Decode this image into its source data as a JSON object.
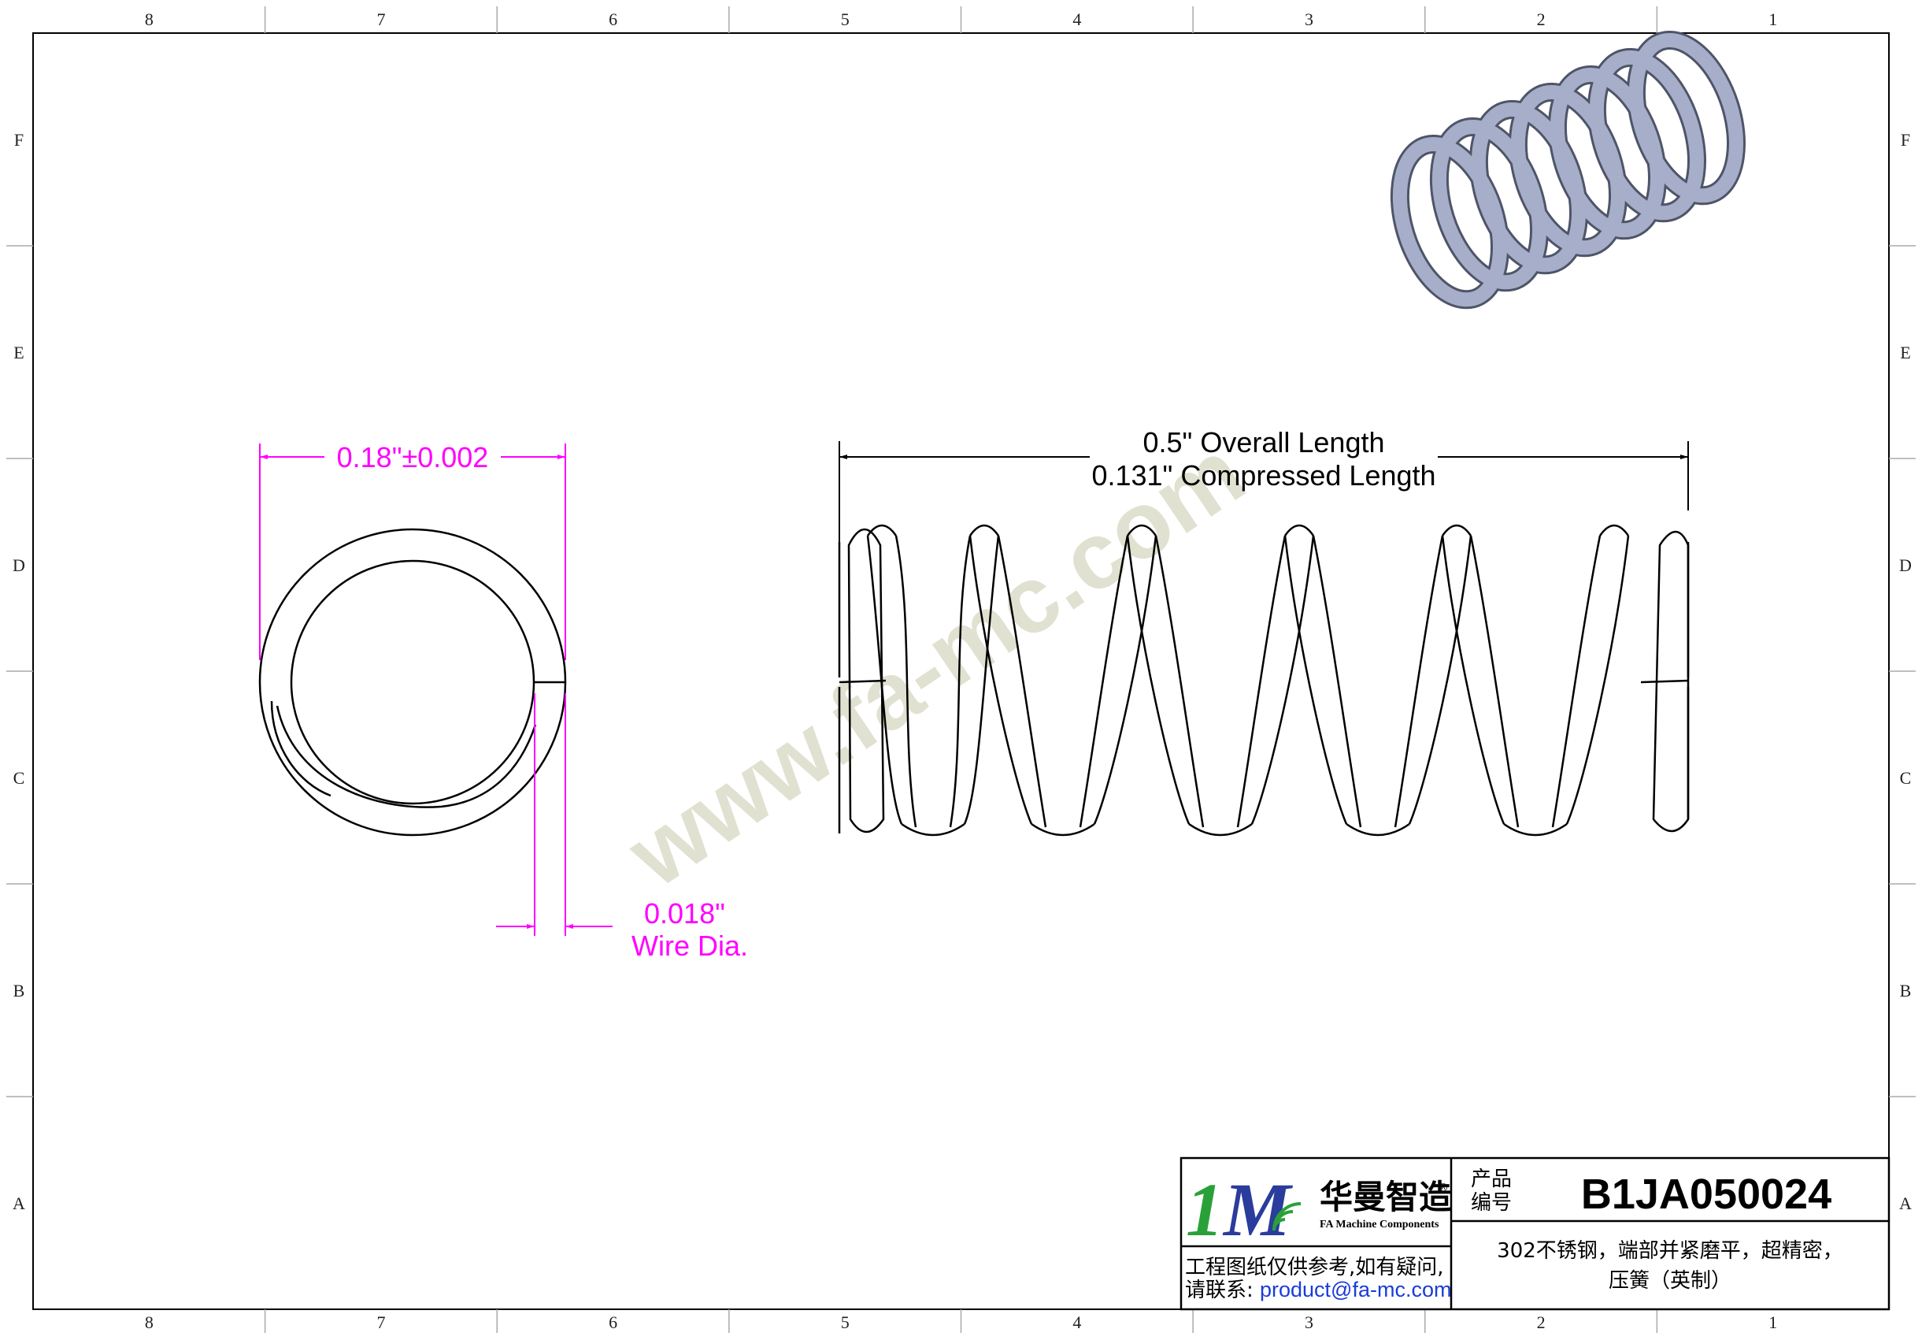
{
  "zones": {
    "columns_top": [
      "8",
      "7",
      "6",
      "5",
      "4",
      "3",
      "2",
      "1"
    ],
    "columns_bottom": [
      "8",
      "7",
      "6",
      "5",
      "4",
      "3",
      "2",
      "1"
    ],
    "rows": [
      "F",
      "E",
      "D",
      "C",
      "B",
      "A"
    ]
  },
  "watermark": "www.fa-mc.com",
  "end_view": {
    "diameter_label": "0.18\"±0.002",
    "wire_label_1": "0.018\"",
    "wire_label_2": "Wire Dia."
  },
  "side_view": {
    "overall_length": "0.5\" Overall Length",
    "compressed_length": "0.131\" Compressed Length"
  },
  "title_block": {
    "logo_mark": "1M",
    "logo_name": "华曼智造",
    "logo_registered": "®",
    "logo_english": "FA Machine Components",
    "product_no_label_1": "产品",
    "product_no_label_2": "编号",
    "product_no": "B1JA050024",
    "disclaimer_1": "工程图纸仅供参考,如有疑问,",
    "disclaimer_2_prefix": "请联系:",
    "contact_email": "product@fa-mc.com",
    "description_1": "302不锈钢，端部并紧磨平，超精密，",
    "description_2": "压簧（英制）"
  },
  "colors": {
    "dimension": "#ff00ff",
    "spring_iso": "#a7aec9",
    "logo_green": "#2aa138",
    "logo_blue": "#2a3c9c",
    "email_blue": "#1a3cd8"
  }
}
